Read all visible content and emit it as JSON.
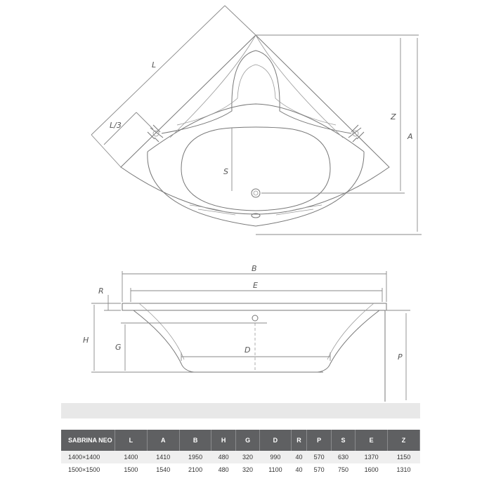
{
  "dimension_labels": {
    "L": "L",
    "L3": "L/3",
    "Z": "Z",
    "A": "A",
    "S": "S",
    "B": "B",
    "E": "E",
    "R": "R",
    "H": "H",
    "G": "G",
    "D": "D",
    "P": "P"
  },
  "table": {
    "headers": [
      "SABRINA NEO",
      "L",
      "A",
      "B",
      "H",
      "G",
      "D",
      "R",
      "P",
      "S",
      "E",
      "Z"
    ],
    "rows": [
      [
        "1400×1400",
        "1400",
        "1410",
        "1950",
        "480",
        "320",
        "990",
        "40",
        "570",
        "630",
        "1370",
        "1150"
      ],
      [
        "1500×1500",
        "1500",
        "1540",
        "2100",
        "480",
        "320",
        "1100",
        "40",
        "570",
        "750",
        "1600",
        "1310"
      ]
    ]
  }
}
